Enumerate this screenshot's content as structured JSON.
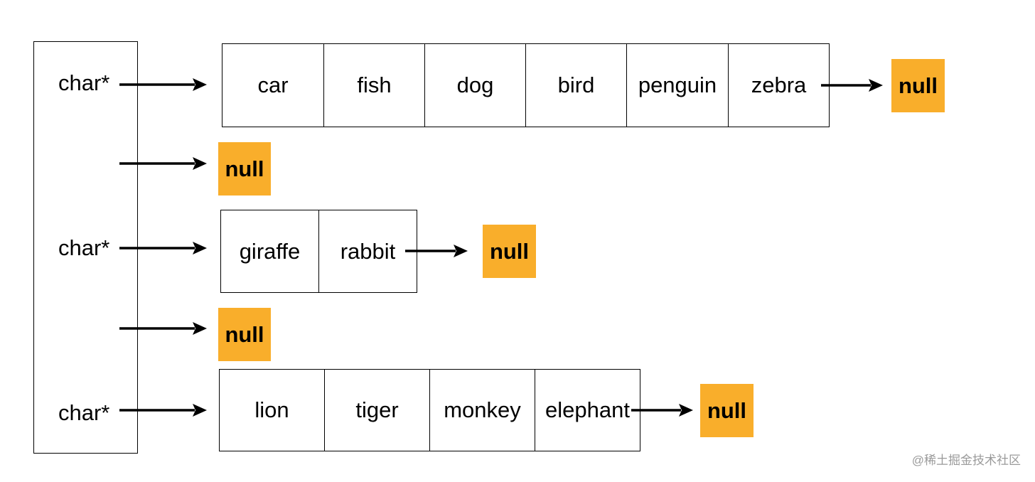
{
  "colors": {
    "null_fill": "#f9ae2b",
    "line": "#000000"
  },
  "pointer_label": "char*",
  "null_label": "null",
  "rows": [
    {
      "pointer": "char*",
      "items": [
        "car",
        "fish",
        "dog",
        "bird",
        "penguin",
        "zebra"
      ]
    },
    {
      "pointer": "",
      "items": []
    },
    {
      "pointer": "char*",
      "items": [
        "giraffe",
        "rabbit"
      ]
    },
    {
      "pointer": "",
      "items": []
    },
    {
      "pointer": "char*",
      "items": [
        "lion",
        "tiger",
        "monkey",
        "elephant"
      ]
    }
  ],
  "watermark": "@稀土掘金技术社区"
}
